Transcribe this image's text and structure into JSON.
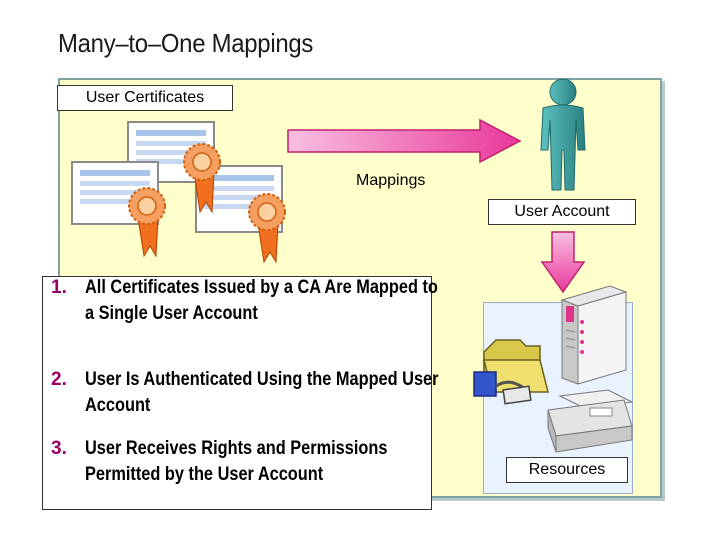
{
  "title": "Many–to–One Mappings",
  "labels": {
    "user_certificates": "User Certificates",
    "mappings": "Mappings",
    "user_account": "User Account",
    "resources": "Resources"
  },
  "steps": [
    {
      "number": "1.",
      "text": "All Certificates Issued by a CA Are Mapped to a Single User Account"
    },
    {
      "number": "2.",
      "text": "User Is Authenticated Using the Mapped User Account"
    },
    {
      "number": "3.",
      "text": "User Receives Rights and Permissions Permitted by the User Account"
    }
  ],
  "colors": {
    "panel_background": "#ffffcc",
    "arrow_pink": "#e8389a",
    "person_teal": "#3a9a9a",
    "step_number": "#990066",
    "ribbon_orange": "#f07020"
  },
  "icons": [
    "certificate-icon",
    "ribbon-seal-icon",
    "person-icon",
    "folder-icon",
    "server-icon",
    "printer-icon",
    "arrow-right-icon",
    "arrow-down-icon"
  ]
}
